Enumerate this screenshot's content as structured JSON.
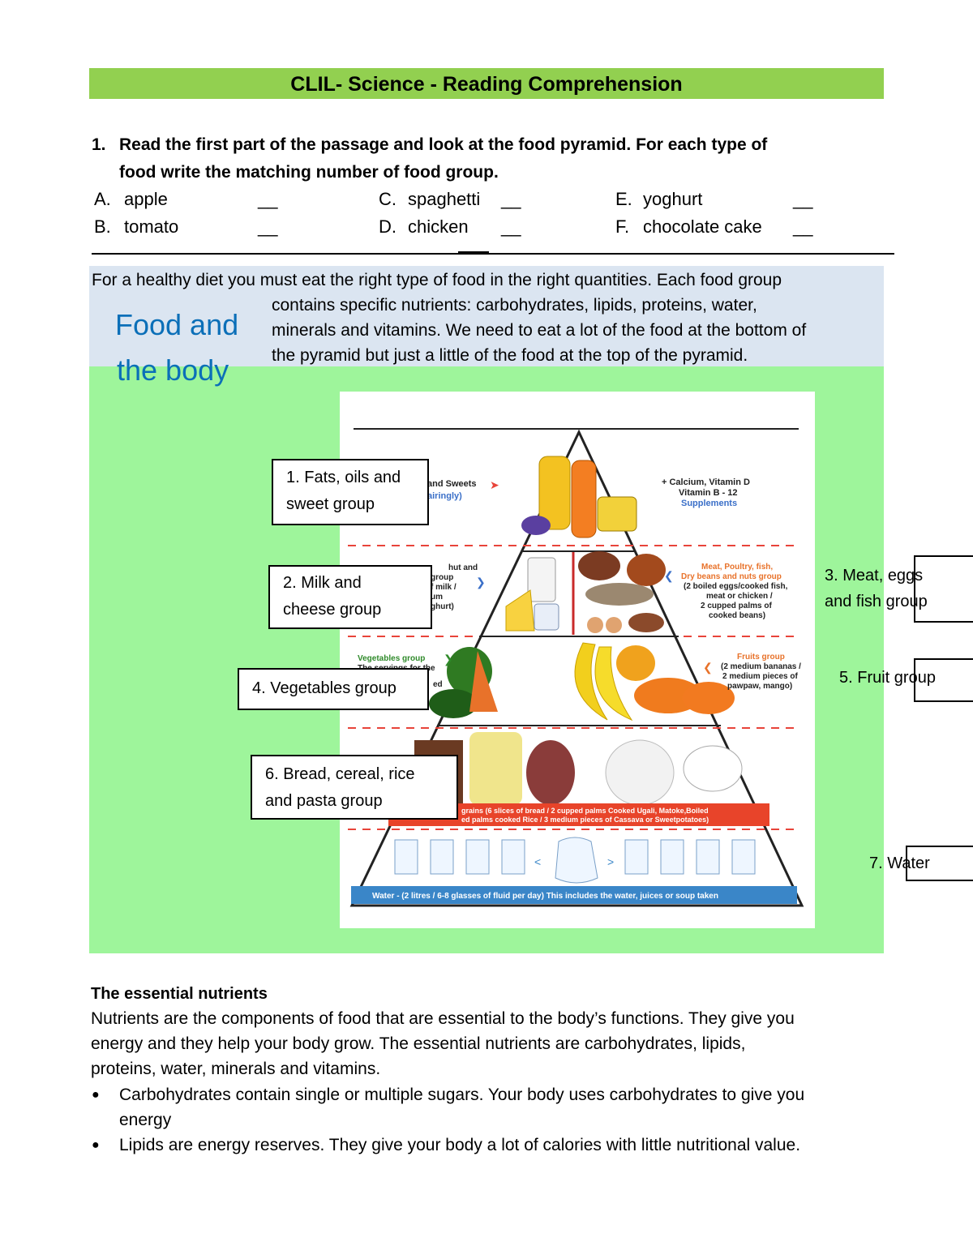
{
  "title": "CLIL- Science - Reading Comprehension",
  "question": {
    "number": "1.",
    "text_line1": "Read the first part of the passage and look at the food pyramid. For each type of",
    "text_line2": "food write the matching number of food group.",
    "options": [
      {
        "letter": "A.",
        "word": "apple",
        "blank": "__"
      },
      {
        "letter": "B.",
        "word": "tomato",
        "blank": "__"
      },
      {
        "letter": "C.",
        "word": "spaghetti",
        "blank": "__"
      },
      {
        "letter": "D.",
        "word": "chicken",
        "blank": "__"
      },
      {
        "letter": "E.",
        "word": "yoghurt",
        "blank": "__"
      },
      {
        "letter": "F.",
        "word": "chocolate cake",
        "blank": "__"
      }
    ]
  },
  "intro": {
    "line1": "For a healthy diet you must eat the right type of food in the right quantities. Each food group",
    "line2": "contains specific nutrients: carbohydrates, lipids, proteins, water,",
    "line3": "minerals and vitamins. We need to eat a lot of the food at the bottom of",
    "line4": "the pyramid but just a little of the food at the top of the pyramid."
  },
  "heading": {
    "line1": "Food and",
    "line2": "the body"
  },
  "groups": {
    "g1": {
      "line1": "1. Fats, oils and",
      "line2": "sweet group"
    },
    "g2": {
      "line1": "2. Milk and",
      "line2": "cheese group"
    },
    "g3": {
      "line1": "3. Meat, eggs",
      "line2": "and fish group"
    },
    "g4": {
      "line1": "4. Vegetables group"
    },
    "g5": {
      "line1": "5. Fruit group"
    },
    "g6": {
      "line1": "6. Bread, cereal, rice",
      "line2": "and pasta group"
    },
    "g7": {
      "line1": "7. Water"
    }
  },
  "pyramid_text": {
    "top_left_1": "and Sweets",
    "top_left_2": "airingly)",
    "top_right_1": "+ Calcium, Vitamin D",
    "top_right_2": "Vitamin B - 12",
    "top_right_3": "Supplements",
    "milk_1": "hut and",
    "milk_2": "group",
    "milk_3": "f milk /",
    "milk_4": "um",
    "milk_5": "ghurt)",
    "meat_1": "Meat, Poultry, fish,",
    "meat_2": "Dry beans and nuts group",
    "meat_3": "(2 boiled eggs/cooked fish,",
    "meat_4": "meat or chicken /",
    "meat_5": "2 cupped palms of",
    "meat_6": "cooked beans)",
    "veg_1": "Vegetables group",
    "veg_2": "The servings for the",
    "veg_3": "ed",
    "fruit_1": "Fruits group",
    "fruit_2": "(2 medium bananas /",
    "fruit_3": "2 medium pieces of",
    "fruit_4": "pawpaw, mango)",
    "bread_1": "grains (6 slices of bread / 2 cupped palms Cooked Ugali, Matoke,Boiled",
    "bread_2": "ed palms cooked Rice / 3 medium pieces of Cassava or Sweetpotatoes)",
    "water": "Water  -  (2 litres / 6-8 glasses of fluid per day) This includes the water, juices or soup taken"
  },
  "nutrients": {
    "heading": "The essential nutrients",
    "p_line1": "Nutrients are the components of food that are essential to the body’s functions. They give you",
    "p_line2": "energy and they help your body grow. The essential nutrients are carbohydrates, lipids,",
    "p_line3": "proteins, water, minerals and vitamins.",
    "b1_line1": "Carbohydrates contain single or multiple sugars. Your body uses carbohydrates to give you",
    "b1_line2": "energy",
    "b2_line1": "Lipids are energy reserves. They give your body a lot of calories with little nutritional value."
  },
  "colors": {
    "title_bar": "#92d050",
    "blue_band": "#dbe5f1",
    "green_area": "#9ef59b",
    "heading_blue": "#0b6fb8",
    "pyramid_red": "#e8443a",
    "water_band": "#3a86c8"
  }
}
